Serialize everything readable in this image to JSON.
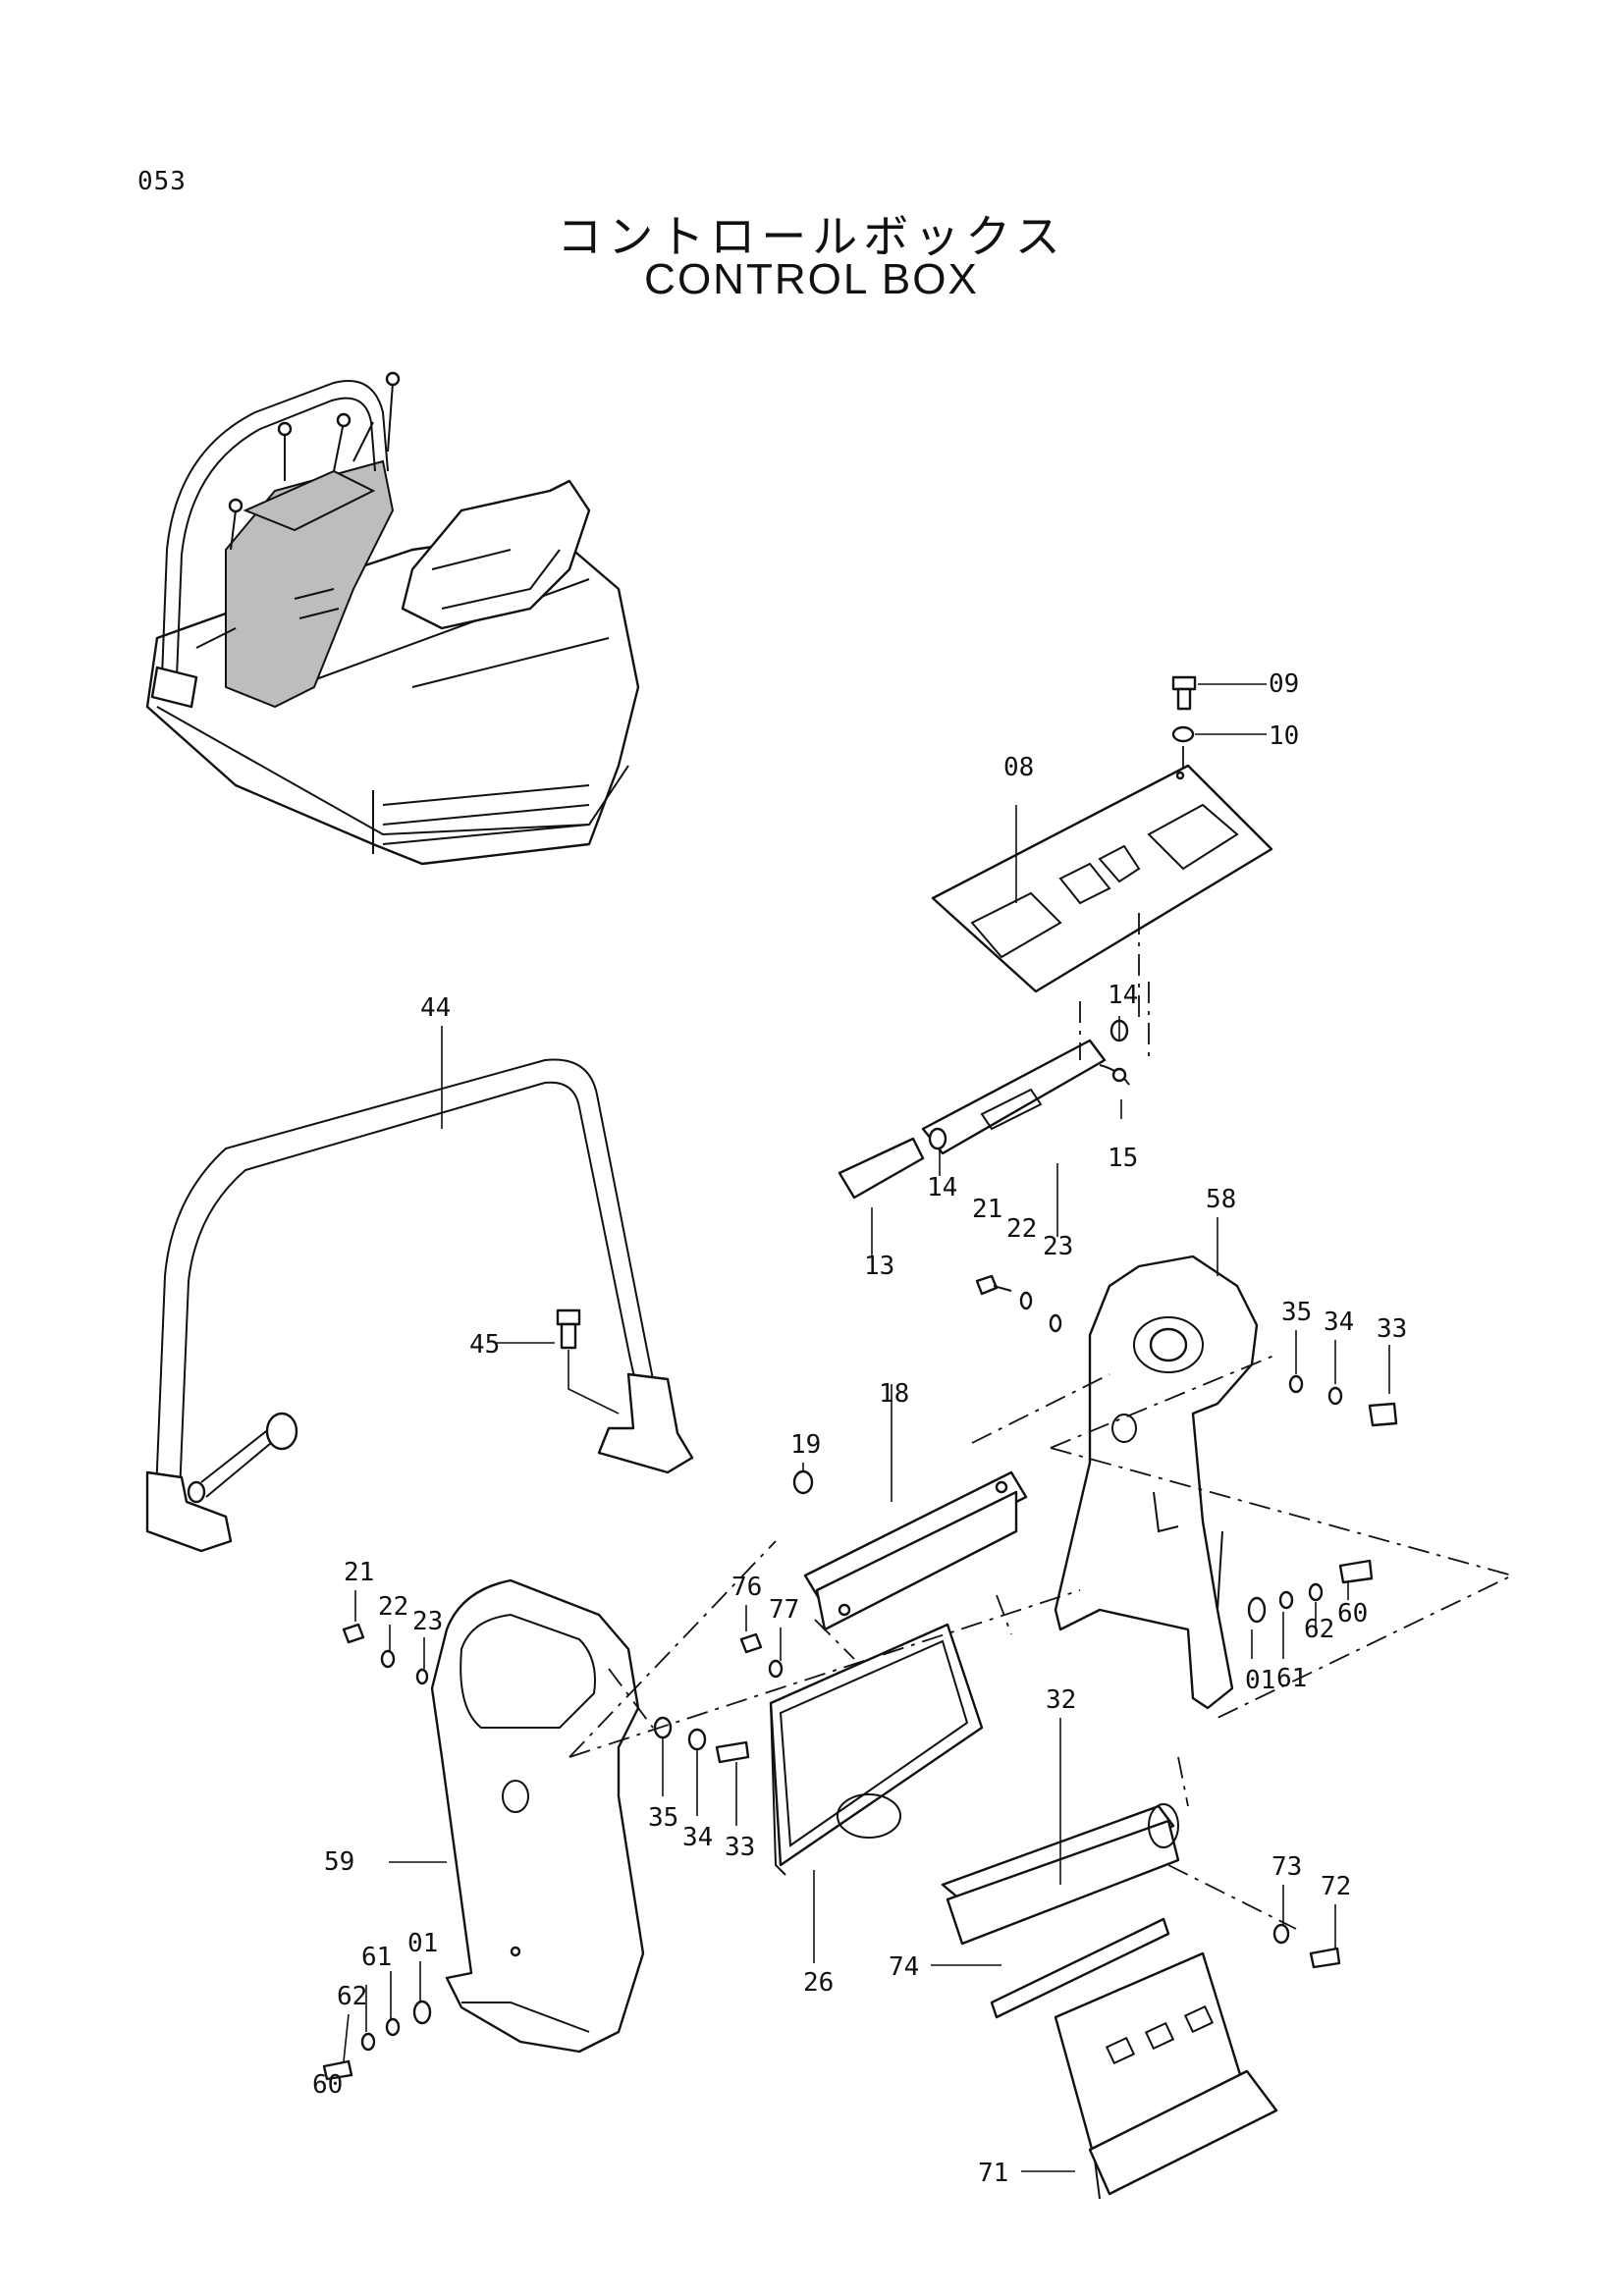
{
  "page_number": "053",
  "title_jp": "コントロールボックス",
  "title_en": "CONTROL BOX",
  "callouts": [
    "09",
    "10",
    "08",
    "14",
    "14",
    "15",
    "13",
    "21",
    "22",
    "23",
    "58",
    "35",
    "34",
    "33",
    "44",
    "45",
    "18",
    "19",
    "21",
    "22",
    "23",
    "76",
    "77",
    "60",
    "62",
    "01",
    "61",
    "35",
    "34",
    "33",
    "32",
    "59",
    "26",
    "73",
    "72",
    "74",
    "60",
    "62",
    "61",
    "01",
    "71"
  ],
  "parts": [
    {
      "id": "01"
    },
    {
      "id": "08"
    },
    {
      "id": "09"
    },
    {
      "id": "10"
    },
    {
      "id": "13"
    },
    {
      "id": "14"
    },
    {
      "id": "15"
    },
    {
      "id": "18"
    },
    {
      "id": "19"
    },
    {
      "id": "21"
    },
    {
      "id": "22"
    },
    {
      "id": "23"
    },
    {
      "id": "26"
    },
    {
      "id": "32"
    },
    {
      "id": "33"
    },
    {
      "id": "34"
    },
    {
      "id": "35"
    },
    {
      "id": "44"
    },
    {
      "id": "45"
    },
    {
      "id": "58"
    },
    {
      "id": "59"
    },
    {
      "id": "60"
    },
    {
      "id": "61"
    },
    {
      "id": "62"
    },
    {
      "id": "71"
    },
    {
      "id": "72"
    },
    {
      "id": "73"
    },
    {
      "id": "74"
    },
    {
      "id": "76"
    },
    {
      "id": "77"
    }
  ]
}
